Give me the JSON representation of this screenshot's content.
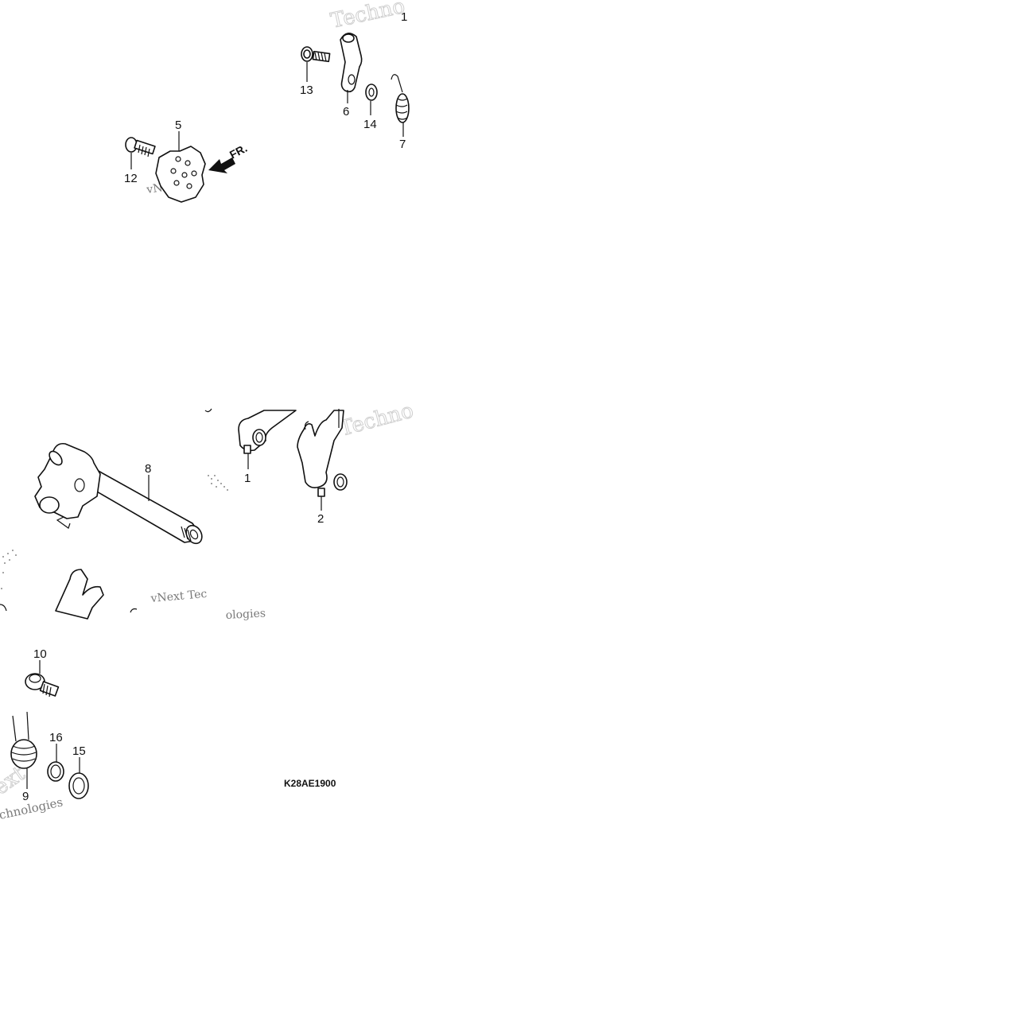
{
  "diagram": {
    "code": "K28AE1900",
    "direction_marker": "FR.",
    "callouts": [
      "1",
      "2",
      "5",
      "6",
      "7",
      "8",
      "9",
      "10",
      "12",
      "13",
      "14",
      "15",
      "16"
    ],
    "watermarks": {
      "a": "Techno",
      "b": "vNext Tec",
      "c": "vNext Tec",
      "d": "ologies",
      "e": "Techno",
      "f": "ext",
      "g": "chnologies"
    }
  }
}
